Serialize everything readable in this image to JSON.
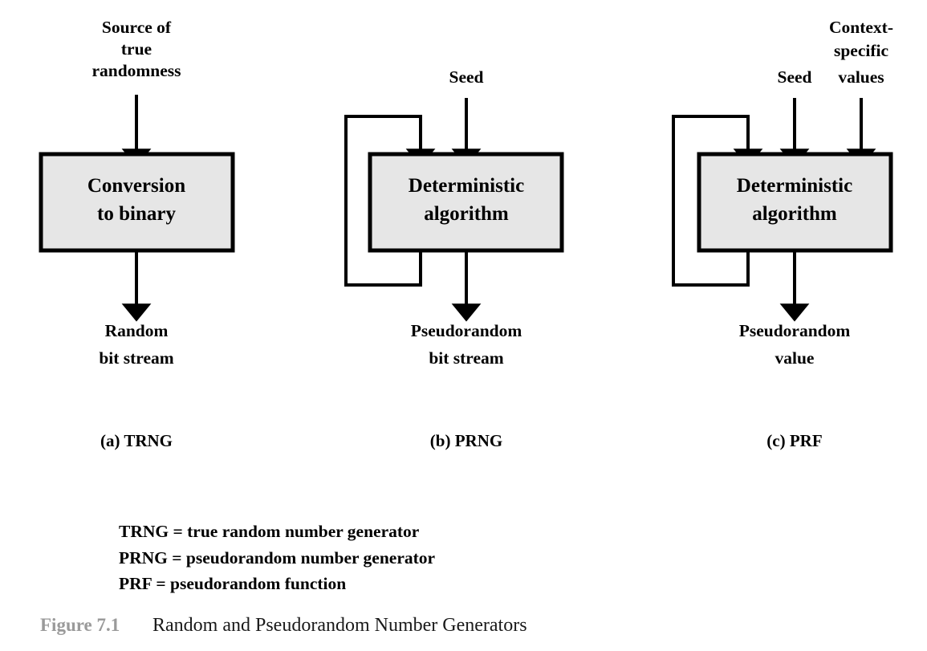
{
  "figure": {
    "caption_prefix": "Figure 7.1",
    "caption_title": "Random and Pseudorandom Number Generators",
    "prefix_color": "#9a9a9a",
    "title_color": "#1a1a1a",
    "box_fill": "#e6e6e6",
    "box_stroke": "#000000",
    "arrow_color": "#000000"
  },
  "panels": [
    {
      "id": "trng",
      "caption": "(a) TRNG",
      "box_line1": "Conversion",
      "box_line2": "to binary",
      "inputs": [
        {
          "name": "source-of-true-randomness",
          "line1": "Source of",
          "line2": "true",
          "line3": "randomness"
        }
      ],
      "output": {
        "line1": "Random",
        "line2": "bit stream"
      },
      "has_feedback_loop": false
    },
    {
      "id": "prng",
      "caption": "(b) PRNG",
      "box_line1": "Deterministic",
      "box_line2": "algorithm",
      "inputs": [
        {
          "name": "seed",
          "line1": "Seed",
          "line2": "",
          "line3": ""
        }
      ],
      "output": {
        "line1": "Pseudorandom",
        "line2": "bit stream"
      },
      "has_feedback_loop": true
    },
    {
      "id": "prf",
      "caption": "(c) PRF",
      "box_line1": "Deterministic",
      "box_line2": "algorithm",
      "inputs": [
        {
          "name": "seed",
          "line1": "Seed",
          "line2": "",
          "line3": ""
        },
        {
          "name": "context-specific-values",
          "line1": "Context-",
          "line2": "specific",
          "line3": "values"
        }
      ],
      "output": {
        "line1": "Pseudorandom",
        "line2": "value"
      },
      "has_feedback_loop": true
    }
  ],
  "legend": [
    "TRNG = true random number generator",
    "PRNG = pseudorandom number generator",
    "PRF = pseudorandom function"
  ]
}
